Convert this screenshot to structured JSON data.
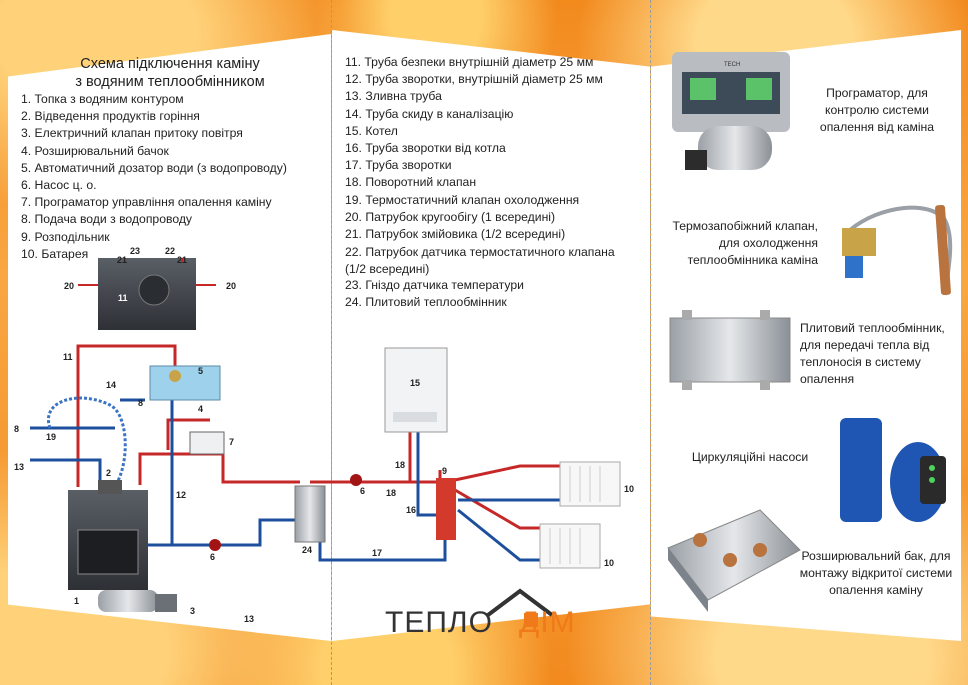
{
  "colors": {
    "accent": "#f07a1a",
    "hot": "#c62828",
    "cold": "#1e4f9c"
  },
  "title_line1": "Схема підключення каміну",
  "title_line2": "з водяним теплообмінником",
  "legend_left": [
    "1. Топка з водяним контуром",
    "2. Відведення продуктів горіння",
    "3. Електричний клапан притоку повітря",
    "4. Розширювальний бачок",
    "5. Автоматичний дозатор води (з водопроводу)",
    "6. Насос ц. о.",
    "7. Програматор управління опалення каміну",
    "8. Подача води з водопроводу",
    "9. Розподільник",
    "10. Батарея"
  ],
  "legend_right": [
    "11. Труба безпеки внутрішній діаметр 25 мм",
    "12. Труба зворотки, внутрішній діаметр 25 мм",
    "13. Зливна труба",
    "14. Труба скиду в каналізацію",
    "15. Котел",
    "16. Труба зворотки від котла",
    "17. Труба зворотки",
    "18. Поворотний клапан",
    "19. Термостатичний клапан охолодження",
    "20. Патрубок кругообігу (1 всередині)",
    "21. Патрубок змійовика (1/2 всередині)",
    "22. Патрубок датчика термостатичного клапана (1/2 всередині)",
    "23. Гніздо датчика температури",
    "24. Плитовий теплообмінник"
  ],
  "products": [
    {
      "icon": "programmer-controller-icon",
      "caption": "Програматор, для контролю системи опалення від каміна"
    },
    {
      "icon": "thermal-safety-valve-icon",
      "caption": "Термозапобіжний клапан, для охолодження теплообмінника каміна"
    },
    {
      "icon": "plate-heat-exchanger-icon",
      "caption": "Плитовий теплообмінник, для передачі тепла від теплоносія в систему опалення"
    },
    {
      "icon": "circulation-pump-icon",
      "caption": "Циркуляційні насоси"
    },
    {
      "icon": "expansion-tank-icon",
      "caption": "Розширювальний бак, для монтажу відкритої системи опалення каміну"
    }
  ],
  "diagram_labels": {
    "n1": "1",
    "n2": "2",
    "n3": "3",
    "n4": "4",
    "n5": "5",
    "n6": "6",
    "n7": "7",
    "n8": "8",
    "n9": "9",
    "n10": "10",
    "n11": "11",
    "n12": "12",
    "n13": "13",
    "n14": "14",
    "n15": "15",
    "n16": "16",
    "n17": "17",
    "n18": "18",
    "n19": "19",
    "n20": "20",
    "n21": "21",
    "n22": "22",
    "n23": "23",
    "n24": "24"
  },
  "programmer_display": [
    "TECH"
  ],
  "logo": {
    "part1": "ТЕПЛО",
    "part2": "ДІМ"
  }
}
